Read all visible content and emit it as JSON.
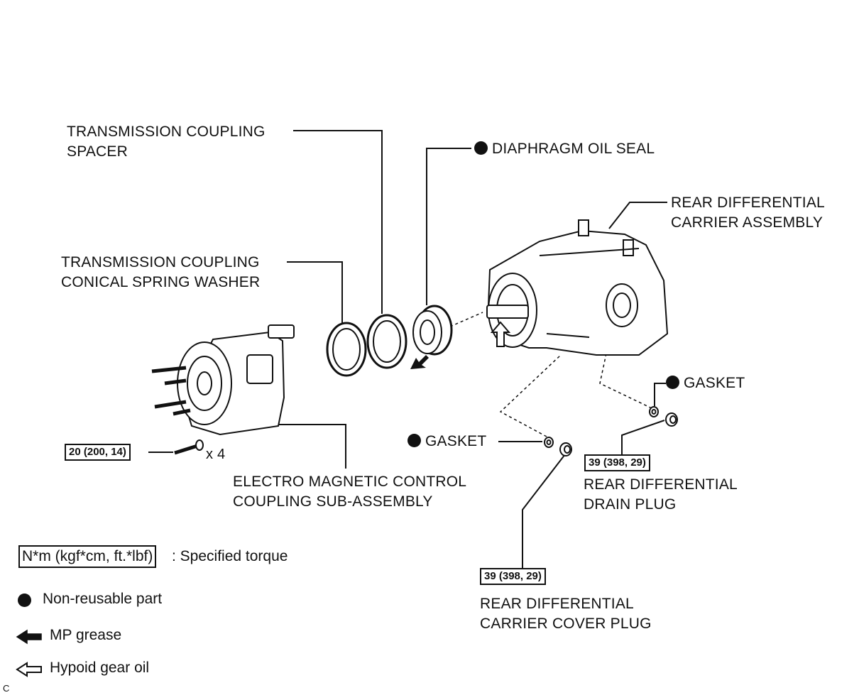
{
  "labels": {
    "spacer": [
      "TRANSMISSION COUPLING",
      "SPACER"
    ],
    "diaphragm": "DIAPHRAGM OIL SEAL",
    "carrier_assy": [
      "REAR DIFFERENTIAL",
      "CARRIER ASSEMBLY"
    ],
    "washer": [
      "TRANSMISSION COUPLING",
      "CONICAL SPRING WASHER"
    ],
    "gasket_right": "GASKET",
    "gasket_left": "GASKET",
    "coupling_sub": [
      "ELECTRO MAGNETIC CONTROL",
      "COUPLING SUB-ASSEMBLY"
    ],
    "drain_plug": [
      "REAR DIFFERENTIAL",
      "DRAIN PLUG"
    ],
    "cover_plug": [
      "REAR DIFFERENTIAL",
      "CARRIER COVER PLUG"
    ],
    "bolt_qty": "x 4",
    "corner_mark": "C"
  },
  "torques": {
    "coupling_bolt": "20 (200, 14)",
    "drain_plug": "39 (398, 29)",
    "cover_plug": "39 (398, 29)"
  },
  "legend": {
    "torque_box": "N*m (kgf*cm, ft.*lbf)",
    "torque_text": ": Specified torque",
    "non_reusable": "Non-reusable part",
    "mp_grease": "MP grease",
    "hypoid_oil": "Hypoid gear oil"
  },
  "icons": {
    "non_reusable": "filled-circle-icon",
    "mp_grease": "filled-arrow-icon",
    "hypoid_oil": "outline-arrow-icon"
  }
}
